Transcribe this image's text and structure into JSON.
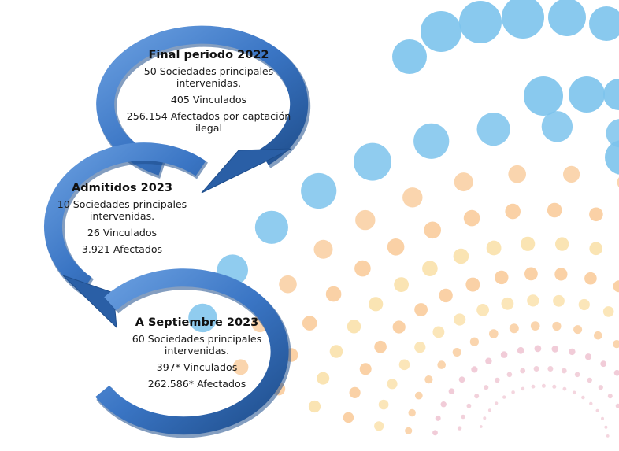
{
  "colors": {
    "arrow_dark": "#1f4e8c",
    "arrow_mid": "#3a75c4",
    "arrow_light": "#6a9fe0",
    "dot_blue": "#7cc3ec",
    "dot_orange": "#f6b26b",
    "dot_yellow": "#f8d68a",
    "dot_pink": "#e6a3b8"
  },
  "steps": [
    {
      "title": "Final periodo 2022",
      "lines": [
        "50 Sociedades principales intervenidas.",
        "405 Vinculados",
        "256.154 Afectados por captación ilegal"
      ]
    },
    {
      "title": "Admitidos 2023",
      "lines": [
        "10 Sociedades principales intervenidas.",
        "26 Vinculados",
        "3.921 Afectados"
      ]
    },
    {
      "title": "A Septiembre 2023",
      "lines": [
        "60 Sociedades principales intervenidas.",
        "397* Vinculados",
        "262.586* Afectados"
      ]
    }
  ]
}
